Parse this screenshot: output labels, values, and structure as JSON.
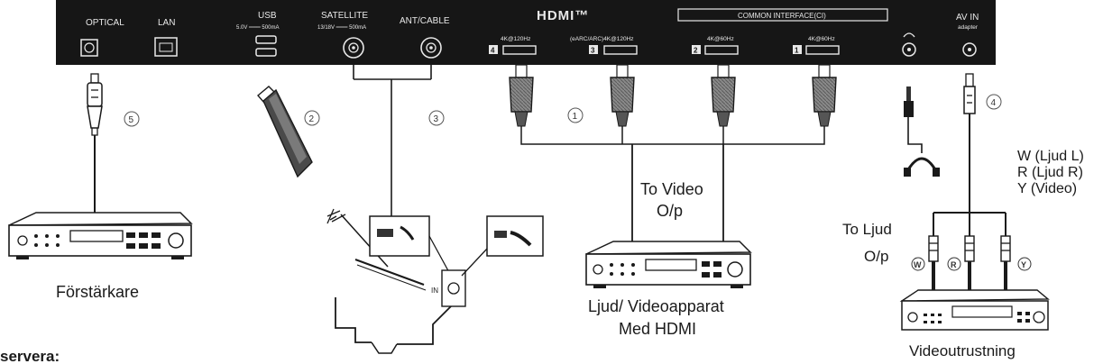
{
  "panel": {
    "optical": "OPTICAL",
    "lan": "LAN",
    "usb": "USB",
    "usb_spec": "5.0V ═══ 500mA",
    "satellite": "SATELLITE",
    "satellite_spec": "13/18V ═══ 500mA",
    "ant_cable": "ANT/CABLE",
    "hdmi_logo": "HDMI™",
    "hdmi4_num": "4",
    "hdmi4_spec": "4K@120Hz",
    "hdmi3_num": "3",
    "hdmi3_spec": "(eARC/ARC)4K@120Hz",
    "hdmi2_num": "2",
    "hdmi2_spec": "4K@60Hz",
    "hdmi1_num": "1",
    "hdmi1_spec": "4K@60Hz",
    "ci": "COMMON INTERFACE(CI)",
    "av_in": "AV IN",
    "av_in_sub": "adapter"
  },
  "markers": {
    "m1": "1",
    "m2": "2",
    "m3": "3",
    "m4": "4",
    "m5": "5"
  },
  "labels": {
    "amplifier": "Förstärkare",
    "to_video_1": "To Video",
    "to_video_2": "O/p",
    "av_device_1": "Ljud/ Videoapparat",
    "av_device_2": "Med HDMI",
    "legend_w": "W (Ljud L)",
    "legend_r": "R (Ljud R)",
    "legend_y": "Y (Video)",
    "to_audio_1": "To Ljud",
    "to_audio_2": "O/p",
    "plug_w": "W",
    "plug_r": "R",
    "plug_y": "Y",
    "video_equipment": "Videoutrustning",
    "observe": "servera:",
    "sat_in": "IN"
  }
}
